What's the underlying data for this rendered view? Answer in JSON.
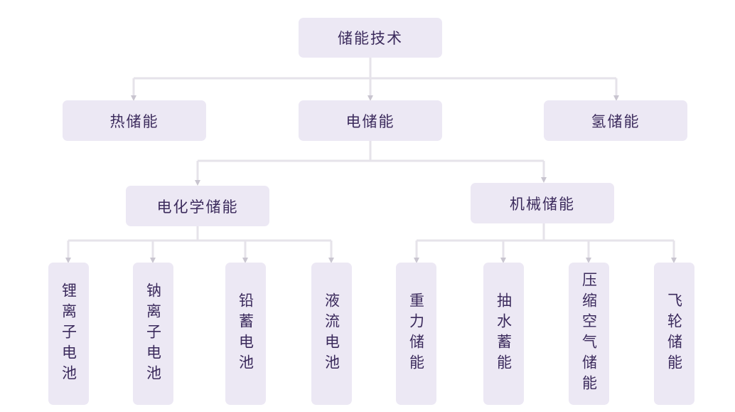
{
  "diagram": {
    "root": "储能技术",
    "level1": [
      "热储能",
      "电储能",
      "氢储能"
    ],
    "level2": [
      "电化学储能",
      "机械储能"
    ],
    "leaves_electrochemical": [
      "锂离子电池",
      "钠离子电池",
      "铅蓄电池",
      "液流电池"
    ],
    "leaves_mechanical": [
      "重力储能",
      "抽水蓄能",
      "压缩空气储能",
      "飞轮储能"
    ]
  },
  "colors": {
    "node_fill": "#ece8f4",
    "text": "#3b2a5c",
    "line": "#e6e3ea",
    "arrow": "#c9c5d0"
  }
}
